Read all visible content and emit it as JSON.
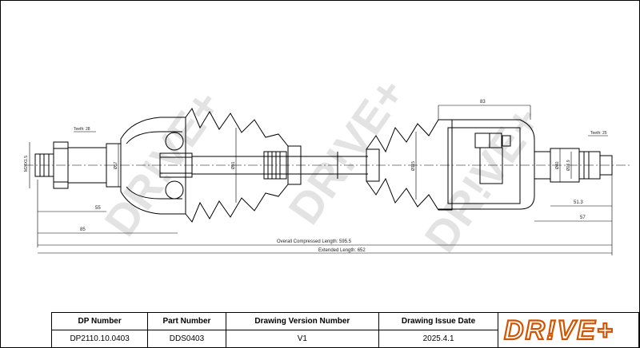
{
  "drawing": {
    "watermark": "DR!VE+",
    "labels": {
      "thread_left": "M24X1.5",
      "teeth_left": "Teeth: 28",
      "teeth_right": "Teeth: 25",
      "dia_63": "Ø57",
      "dia_91": "Ø91",
      "dia_115": "Ø115",
      "dia_40": "Ø40",
      "dia_269": "Ø26.9",
      "dim_55": "55",
      "dim_85": "85",
      "dim_83": "83",
      "dim_513": "51.3",
      "dim_57": "57",
      "overall": "Overall  Compressed  Length: 595.5",
      "extended": "Extended  Length: 652"
    }
  },
  "title_block": {
    "headers": [
      "DP Number",
      "Part Number",
      "Drawing Version Number",
      "Drawing Issue Date"
    ],
    "values": [
      "DP2110.10.0403",
      "DDS0403",
      "V1",
      "2025.4.1"
    ],
    "logo": "DR!VE+",
    "logo_color": "#d35400"
  }
}
